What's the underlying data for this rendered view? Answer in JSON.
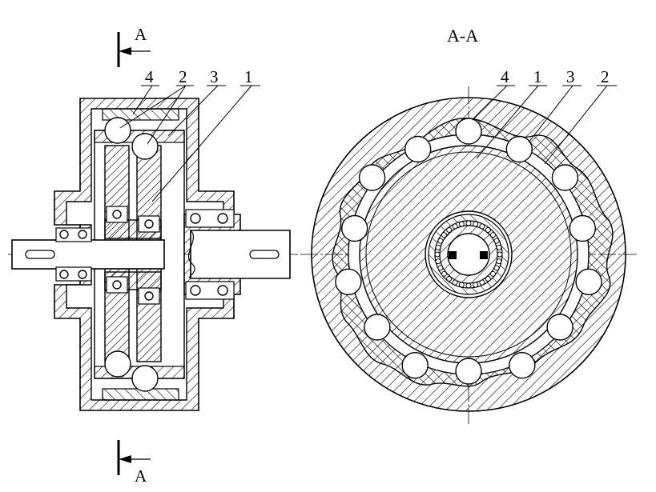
{
  "section_labels": {
    "cut_top": "A",
    "cut_bottom": "A",
    "section_view_title": "A-A"
  },
  "left_view": {
    "callouts": [
      "4",
      "2",
      "3",
      "1"
    ]
  },
  "right_view": {
    "callouts": [
      "4",
      "1",
      "3",
      "2"
    ]
  }
}
